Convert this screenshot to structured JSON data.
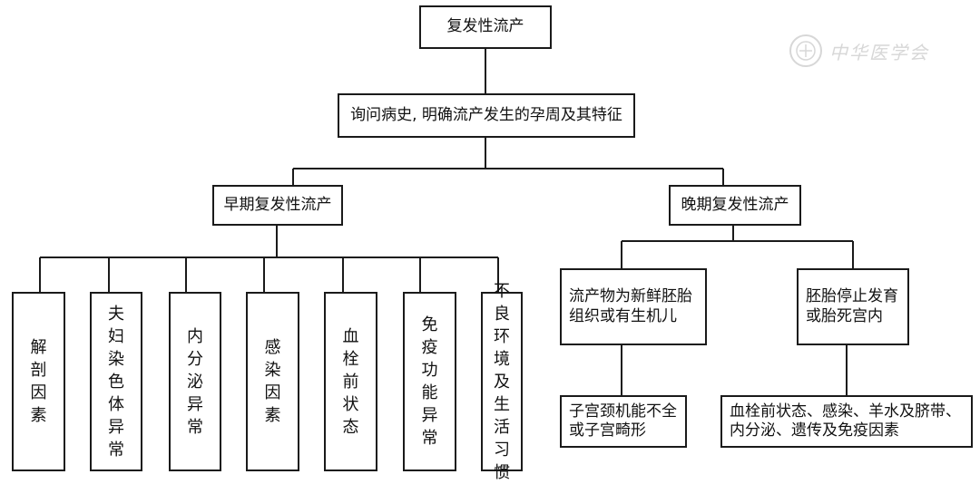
{
  "root": {
    "label": "复发性流产"
  },
  "step": {
    "label": "询问病史, 明确流产发生的孕周及其特征"
  },
  "early": {
    "label": "早期复发性流产",
    "causes": [
      {
        "label": "解剖因素"
      },
      {
        "label": "夫妇染色体异常"
      },
      {
        "label": "内分泌异常"
      },
      {
        "label": "感染因素"
      },
      {
        "label": "血栓前状态"
      },
      {
        "label": "免疫功能异常"
      },
      {
        "label": "不良环境及生活习惯"
      }
    ]
  },
  "late": {
    "label": "晚期复发性流产",
    "branch1": {
      "lines": [
        "流产物为新鲜胚胎",
        "组织或有生机儿"
      ],
      "result": [
        "子宫颈机能不全",
        "或子宫畸形"
      ]
    },
    "branch2": {
      "lines": [
        "胚胎停止发育",
        "或胎死宫内"
      ],
      "result": [
        "血栓前状态、感染、羊水及脐带、",
        "内分泌、遗传及免疫因素"
      ]
    }
  },
  "watermark": {
    "text": "中华医学会"
  }
}
